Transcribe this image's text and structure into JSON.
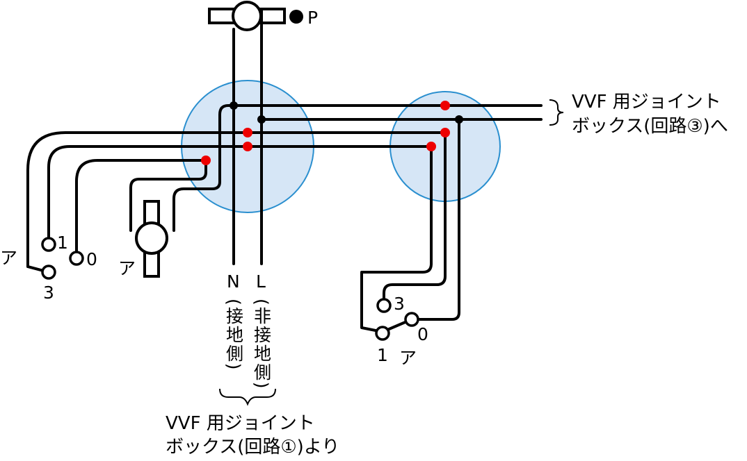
{
  "labels": {
    "pilot": "P",
    "switch_left_common": "ア",
    "switch_left_t1": "1",
    "switch_left_t0": "0",
    "switch_left_t3": "3",
    "lamp_label": "ア",
    "switch_right_t3": "3",
    "switch_right_t0": "0",
    "switch_right_t1": "1",
    "switch_right_common": "ア",
    "neutral": "N",
    "neutral_note": "(接地側)",
    "live": "L",
    "live_note": "(非接地側)",
    "to_box3_line1": "VVF 用ジョイント",
    "to_box3_line2": "ボックス(回路③)へ",
    "from_box1_line1": "VVF 用ジョイント",
    "from_box1_line2": "ボックス(回路①)より"
  },
  "colors": {
    "junction_box_fill": "#d6e6f6",
    "junction_box_stroke": "#2a8fcf",
    "connection_splice": "#ee0000",
    "connection_node": "#000000"
  }
}
